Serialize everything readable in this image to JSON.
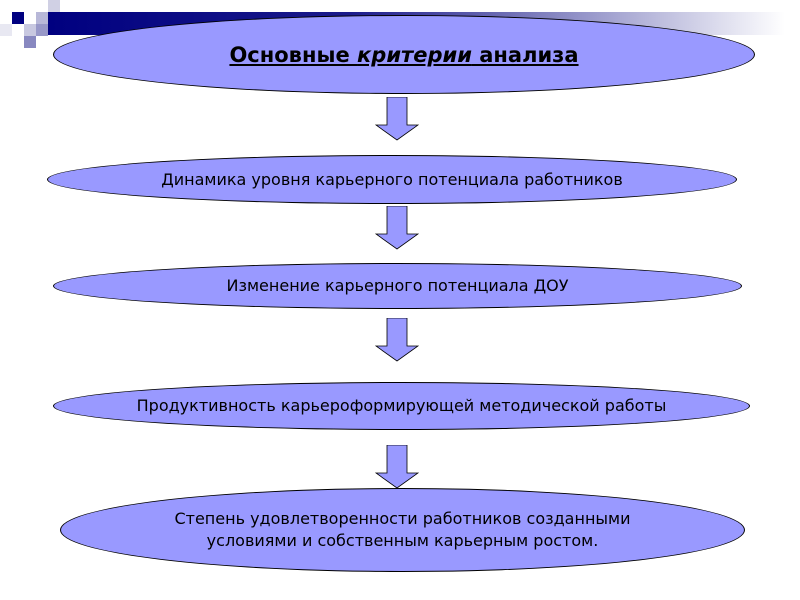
{
  "title": {
    "part1": "Основные ",
    "part2": "критерии",
    "part3": " анализа"
  },
  "steps": [
    "Динамика уровня карьерного потенциала работников",
    "Изменение карьерного потенциала ДОУ",
    "Продуктивность карьероформирующей методической работы",
    "Степень удовлетворенности работников созданными условиями и собственным карьерным ростом."
  ],
  "colors": {
    "fill": "#9999ff",
    "band": "#000080"
  }
}
